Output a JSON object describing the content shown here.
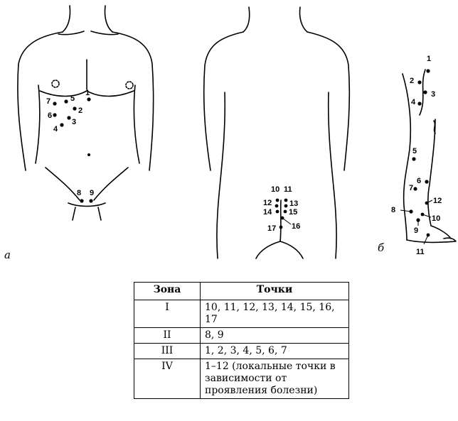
{
  "figure": {
    "panel_a_label": "а",
    "panel_b_label": "б",
    "front_points": [
      "1",
      "2",
      "3",
      "4",
      "5",
      "6",
      "7",
      "8",
      "9"
    ],
    "back_points": [
      "10",
      "11",
      "12",
      "13",
      "14",
      "15",
      "16",
      "17"
    ],
    "leg_points": [
      "1",
      "2",
      "3",
      "4",
      "5",
      "6",
      "7",
      "8",
      "9",
      "10",
      "11",
      "12"
    ]
  },
  "table": {
    "header_zone": "Зона",
    "header_points": "Точки",
    "rows": [
      {
        "zone": "I",
        "points": "10, 11, 12, 13, 14, 15, 16, 17"
      },
      {
        "zone": "II",
        "points": "8, 9"
      },
      {
        "zone": "III",
        "points": "1, 2, 3, 4, 5, 6, 7"
      },
      {
        "zone": "IV",
        "points": "1–12 (локальные точки в зависимости от проявления болезни)"
      }
    ]
  }
}
